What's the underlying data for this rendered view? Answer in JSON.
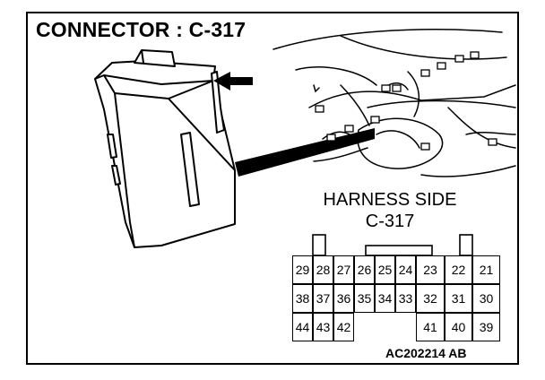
{
  "title": "CONNECTOR : C-317",
  "harness_side_label": "HARNESS SIDE",
  "connector_id": "C-317",
  "figure_code": "AC202214 AB",
  "pins": {
    "row1": [
      "29",
      "28",
      "27",
      "26",
      "25",
      "24",
      "23",
      "22",
      "21"
    ],
    "row2": [
      "38",
      "37",
      "36",
      "35",
      "34",
      "33",
      "32",
      "31",
      "30"
    ],
    "row3_left": [
      "44",
      "43",
      "42"
    ],
    "row3_right": [
      "41",
      "40",
      "39"
    ]
  }
}
